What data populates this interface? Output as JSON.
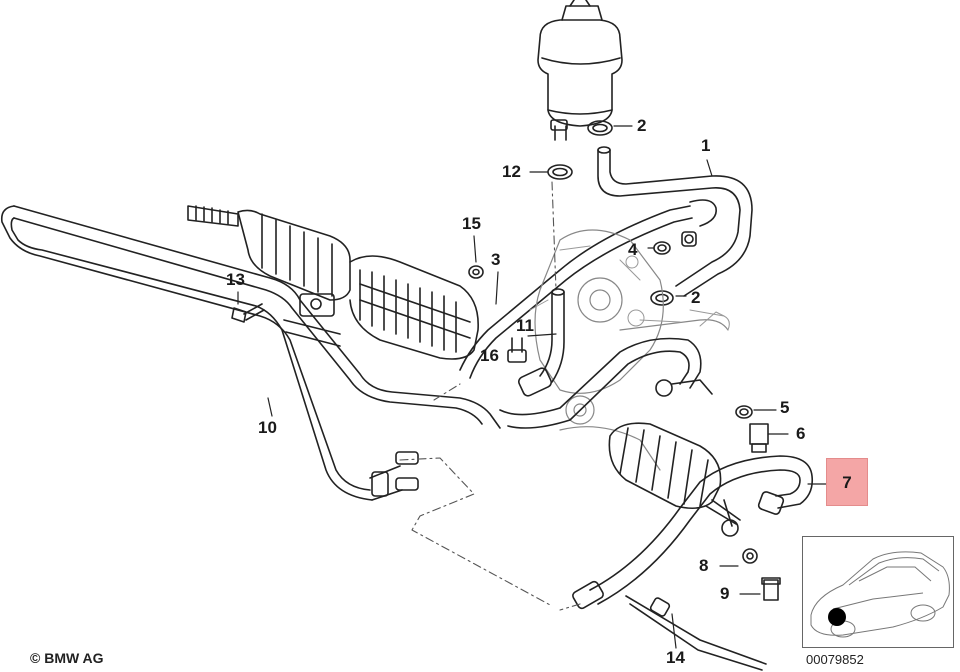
{
  "diagram": {
    "callouts": [
      {
        "id": "c1",
        "label": "1"
      },
      {
        "id": "c2a",
        "label": "2"
      },
      {
        "id": "c2b",
        "label": "2"
      },
      {
        "id": "c3",
        "label": "3"
      },
      {
        "id": "c4",
        "label": "4"
      },
      {
        "id": "c5",
        "label": "5"
      },
      {
        "id": "c6",
        "label": "6"
      },
      {
        "id": "c7",
        "label": "7"
      },
      {
        "id": "c8",
        "label": "8"
      },
      {
        "id": "c9",
        "label": "9"
      },
      {
        "id": "c10",
        "label": "10"
      },
      {
        "id": "c11",
        "label": "11"
      },
      {
        "id": "c12",
        "label": "12"
      },
      {
        "id": "c13",
        "label": "13"
      },
      {
        "id": "c14",
        "label": "14"
      },
      {
        "id": "c15",
        "label": "15"
      },
      {
        "id": "c16",
        "label": "16"
      }
    ],
    "highlight_color": "#f4a6a6",
    "line_color": "#222222",
    "copyright": "© BMW AG",
    "diagram_number": "00079852"
  }
}
